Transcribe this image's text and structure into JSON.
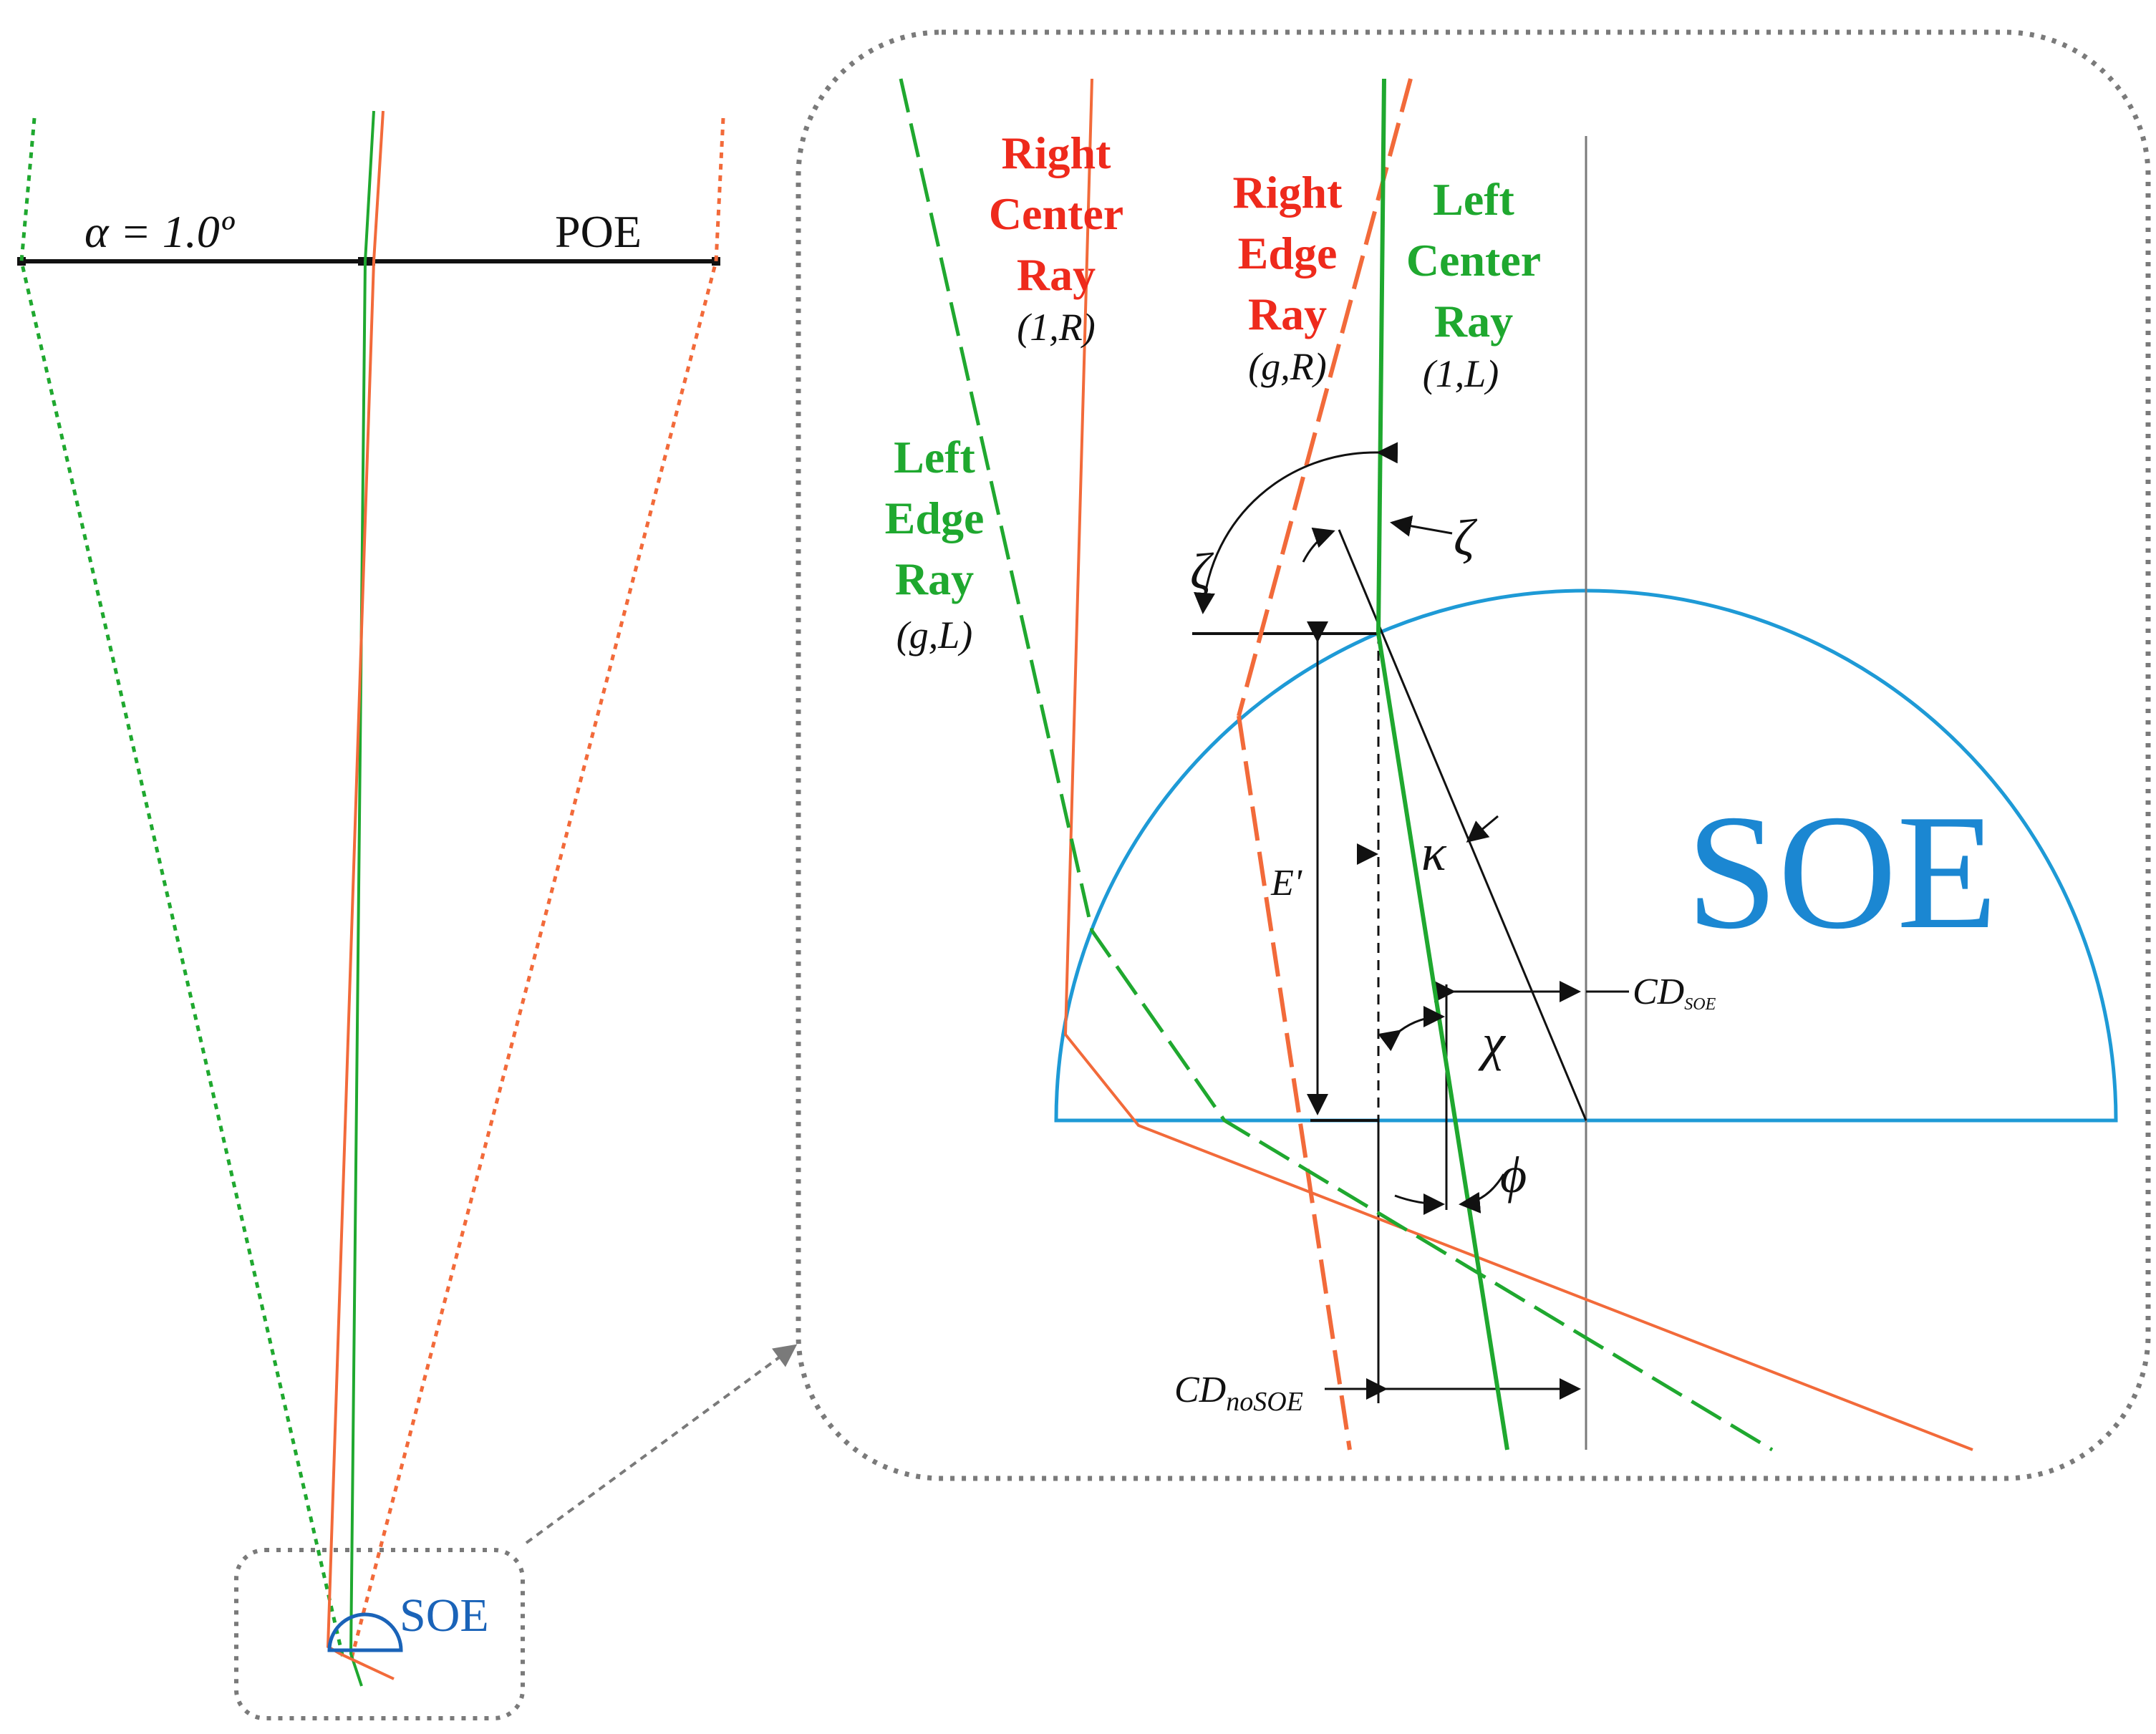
{
  "overview": {
    "alpha_label": "α = 1.0º",
    "poe_label": "POE",
    "soe_label": "SOE"
  },
  "zoom": {
    "soe_label": "SOE",
    "rays": {
      "right_center": {
        "line1": "Right",
        "line2": "Center",
        "line3": "Ray",
        "tag": "(1,R)"
      },
      "right_edge": {
        "line1": "Right",
        "line2": "Edge",
        "line3": "Ray",
        "tag": "(g,R)"
      },
      "left_center": {
        "line1": "Left",
        "line2": "Center",
        "line3": "Ray",
        "tag": "(1,L)"
      },
      "left_edge": {
        "line1": "Left",
        "line2": "Edge",
        "line3": "Ray",
        "tag": "(g,L)"
      }
    },
    "angles": {
      "zeta_left": "ζ",
      "zeta_right": "ζ",
      "kappa": "κ",
      "chi": "χ",
      "phi": "ϕ"
    },
    "dimensions": {
      "e_prime": "E'",
      "cd_soe_main": "CD",
      "cd_soe_sub": "SOE",
      "cd_nosoe_main": "CD",
      "cd_nosoe_sub": "noSOE"
    }
  },
  "colors": {
    "green": "#1fa82f",
    "orange": "#f26a3a",
    "red_label": "#ee2a1c",
    "green_label": "#1fa82f",
    "blue": "#1e9ad6",
    "soe_text": "#1b87d2",
    "soe_small": "#1a63b8",
    "black": "#111111",
    "gray": "#7a7a7a",
    "dotted_frame": "#7a7a7a"
  }
}
